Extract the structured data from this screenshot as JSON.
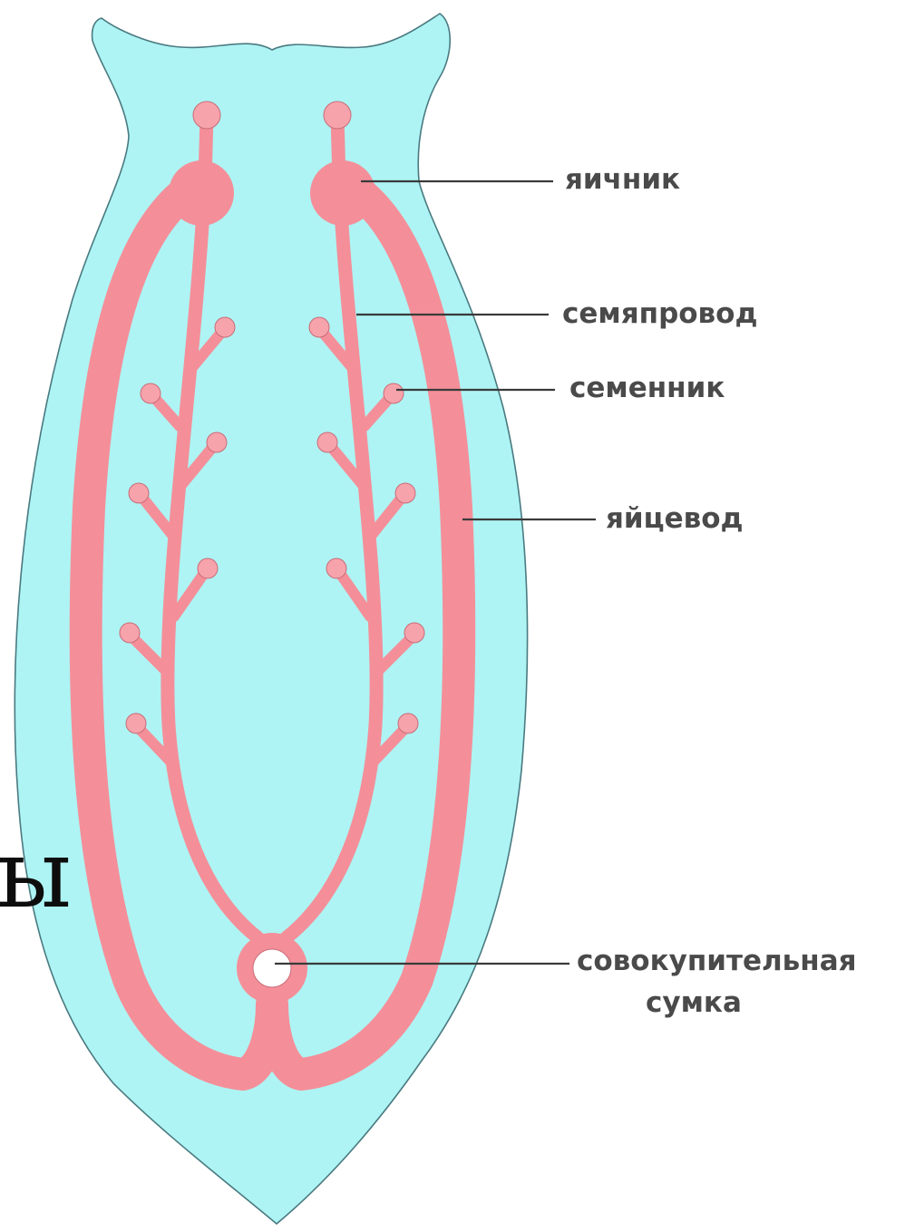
{
  "labels": {
    "ovary": "яичник",
    "sperm_duct": "семяпровод",
    "testis": "семенник",
    "oviduct": "яйцевод",
    "copulatory_bag_line1": "совокупительная",
    "copulatory_bag_line2": "сумка"
  },
  "fragment_text": "ы",
  "colors": {
    "body_fill": "#aef4f4",
    "organ": "#f48f99",
    "label_text": "#4a4a4a"
  }
}
